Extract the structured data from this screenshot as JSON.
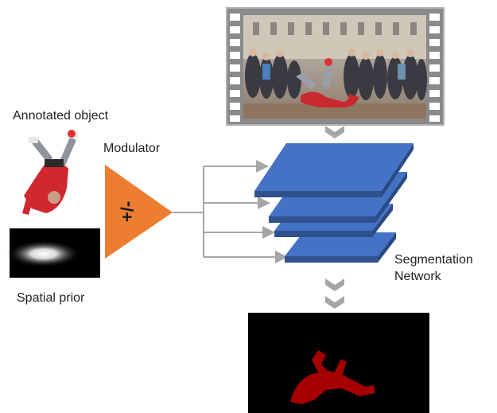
{
  "labels": {
    "annotated_object": "Annotated object",
    "modulator": "Modulator",
    "modulator_symbol": "+/-",
    "spatial_prior": "Spatial prior",
    "segmentation_line1": "Segmentation",
    "segmentation_line2": "Network"
  },
  "colors": {
    "modulator": "#ed7d31",
    "layer_face": "#4472c4",
    "layer_edge": "#2f528f",
    "arrow": "#a6a6a6",
    "mask": "#a50000"
  },
  "icons": {
    "video_frame": "film-strip-photo",
    "annotated_object": "dancer-cutout",
    "spatial_prior": "gaussian-blob",
    "output_mask": "segmentation-mask"
  }
}
